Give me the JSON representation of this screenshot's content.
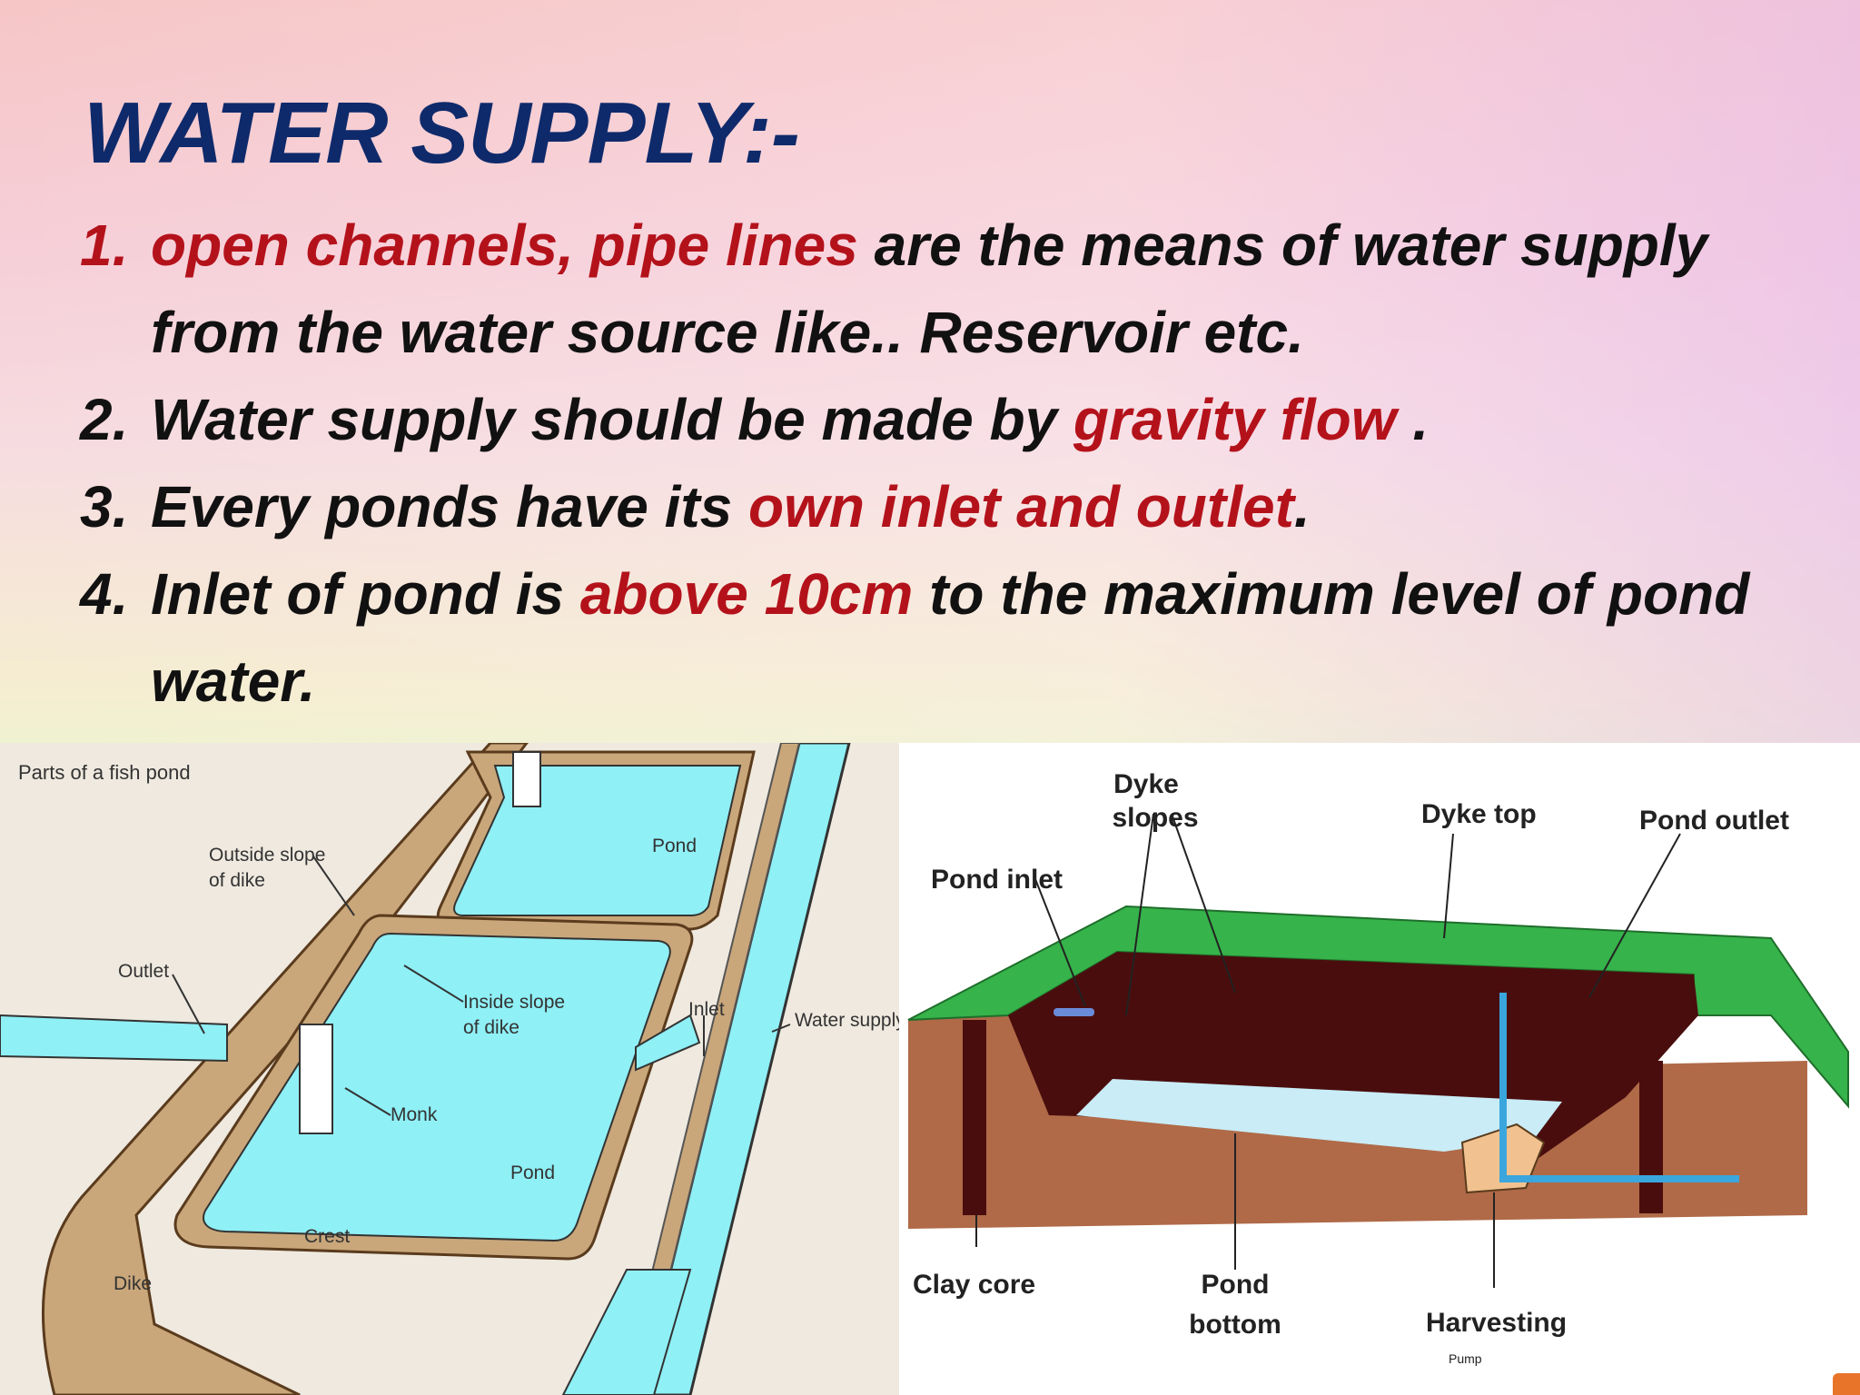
{
  "slide": {
    "title": "WATER SUPPLY:-",
    "points": [
      {
        "num": "1.",
        "parts": [
          "open channels, pipe lines",
          " are the means of water supply from the water source like.. Reservoir etc."
        ]
      },
      {
        "num": "2.",
        "parts": [
          "Water supply should be made by ",
          "gravity flow",
          " ."
        ]
      },
      {
        "num": "3.",
        "parts": [
          "Every ponds have its ",
          "own inlet and outlet",
          "."
        ]
      },
      {
        "num": "4.",
        "parts": [
          "Inlet of pond is ",
          "above 10cm",
          " to the maximum level of pond water."
        ]
      }
    ]
  },
  "figure_left": {
    "caption": "Parts  of a fish pond",
    "labels": {
      "outside_slope_1": "Outside slope",
      "outside_slope_2": "of dike",
      "pond_top": "Pond",
      "outlet": "Outlet",
      "inside_slope_1": "Inside slope",
      "inside_slope_2": "of dike",
      "inlet": "Inlet",
      "water_supply": "Water supply",
      "monk": "Monk",
      "pond_bottom": "Pond",
      "crest": "Crest",
      "dike": "Dike"
    },
    "colors": {
      "water": "#8ff0f6",
      "dike": "#c9a77a",
      "ground": "#efe9df"
    }
  },
  "figure_right": {
    "labels": {
      "dyke_slopes_1": "Dyke",
      "dyke_slopes_2": "slopes",
      "dyke_top": "Dyke top",
      "pond_outlet": "Pond outlet",
      "pond_inlet": "Pond inlet",
      "clay_core": "Clay core",
      "pond_bottom_1": "Pond",
      "pond_bottom_2": "bottom",
      "harvesting": "Harvesting",
      "pump": "Pump"
    },
    "colors": {
      "grass": "#36b34a",
      "earth": "#b06a48",
      "inner": "#4a0d0d",
      "water": "#c9ecf7",
      "pipe": "#3aa6dd"
    }
  }
}
